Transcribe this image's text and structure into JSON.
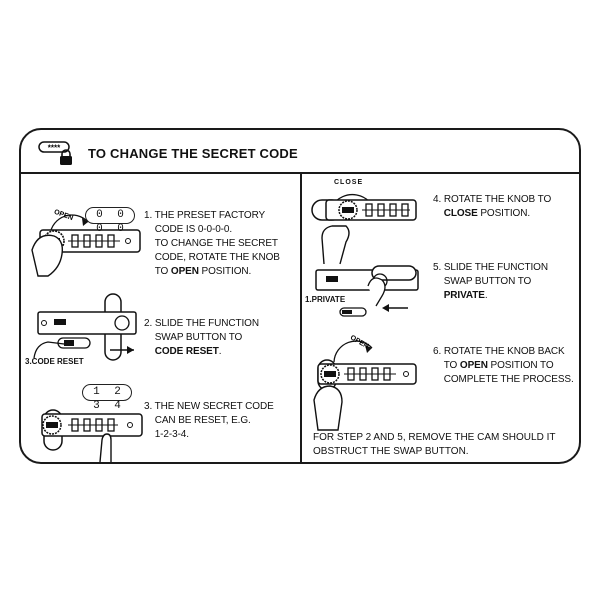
{
  "header": {
    "title": "TO CHANGE THE SECRET CODE",
    "icon": "padlock-with-code-icon",
    "icon_code": "****"
  },
  "steps": [
    {
      "number": "1.",
      "lines": [
        "THE PRESET FACTORY",
        "CODE IS 0-0-0-0.",
        "TO CHANGE THE SECRET",
        "CODE, ROTATE THE  KNOB",
        "TO "
      ],
      "bold": "OPEN",
      "tail": "  POSITION."
    },
    {
      "number": "2.",
      "lines": [
        "SLIDE THE FUNCTION",
        "SWAP BUTTON TO"
      ],
      "bold": "CODE RESET",
      "tail": "."
    },
    {
      "number": "3.",
      "lines": [
        "THE NEW SECRET CODE",
        "CAN BE RESET, E.G.",
        "1-2-3-4."
      ]
    },
    {
      "number": "4.",
      "lines": [
        "ROTATE THE KNOB TO"
      ],
      "bold": "CLOSE",
      "tail": " POSITION."
    },
    {
      "number": "5.",
      "lines": [
        "SLIDE THE FUNCTION",
        "SWAP BUTTON TO"
      ],
      "bold": "PRIVATE",
      "tail": "."
    },
    {
      "number": "6.",
      "lines": [
        "ROTATE THE KNOB BACK",
        "TO "
      ],
      "bold": "OPEN",
      "tail": " POSITION TO",
      "extra": "COMPLETE THE  PROCESS."
    }
  ],
  "illustration_labels": {
    "open_arc_1": "OPEN",
    "code_display_1": "0 0 0 0",
    "code_reset_label": "3.CODE RESET",
    "code_display_3": "1 2 3 4",
    "close_arc": "CLOSE",
    "private_label": "1.PRIVATE",
    "open_arc_6": "OPEN"
  },
  "note": "FOR STEP 2 AND 5,  REMOVE THE CAM SHOULD IT OBSTRUCT THE SWAP BUTTON."
}
